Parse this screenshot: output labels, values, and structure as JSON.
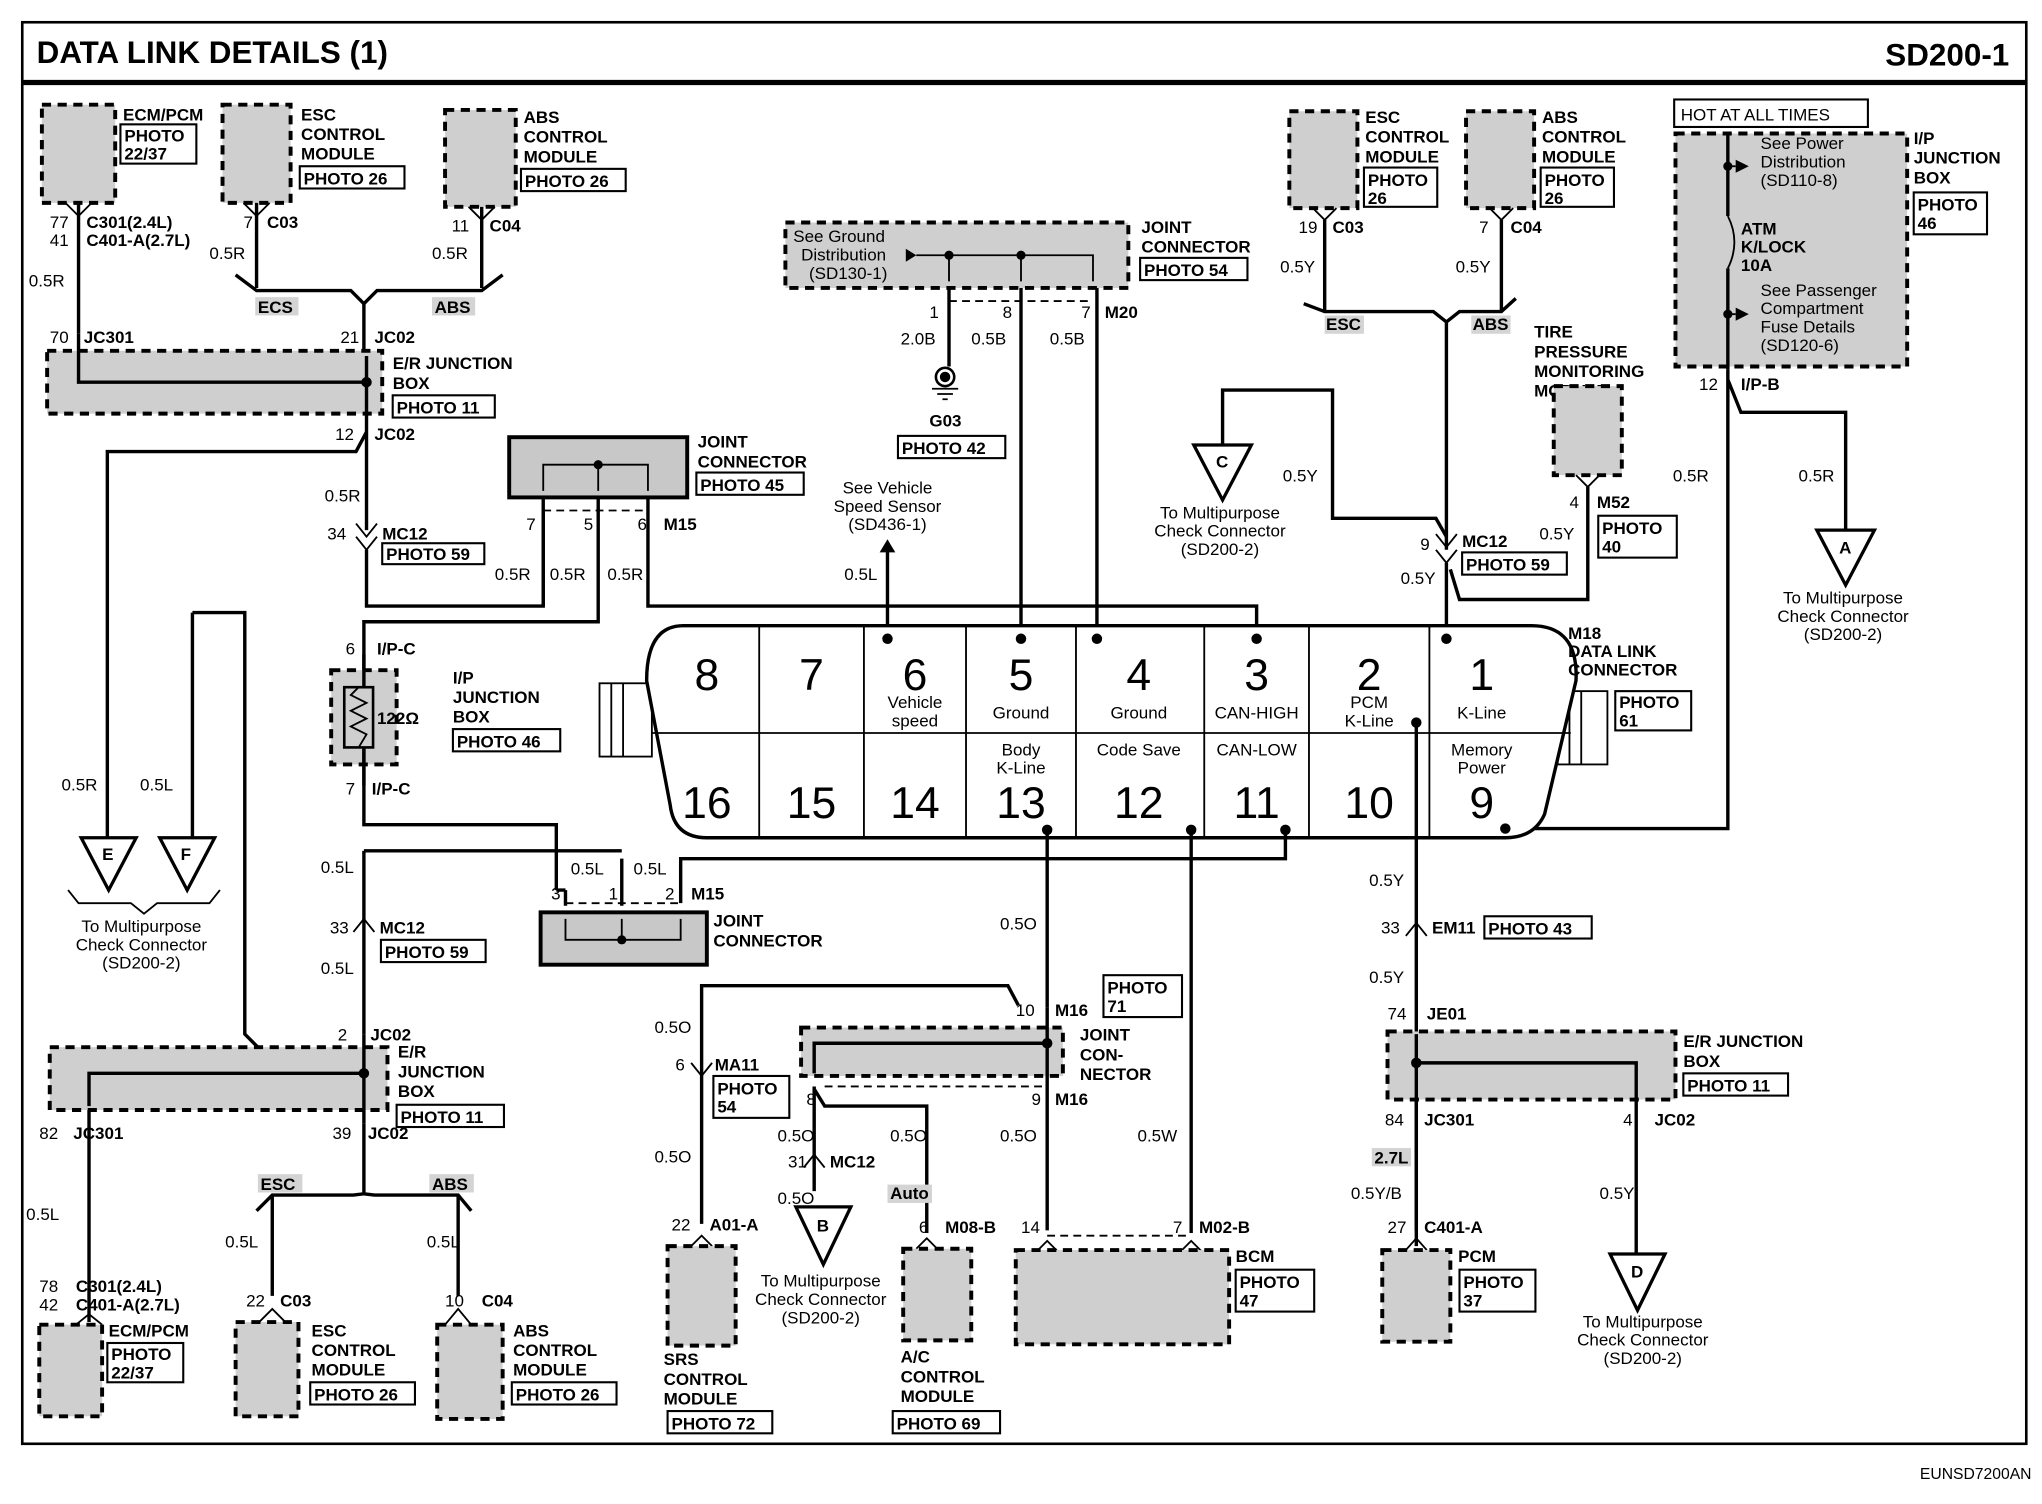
{
  "header": {
    "title": "DATA LINK DETAILS (1)",
    "page_code": "SD200-1"
  },
  "footer": {
    "code": "EUNSD7200AN"
  },
  "dlc": {
    "name": "M18",
    "title_1": "DATA LINK",
    "title_2": "CONNECTOR",
    "photo": [
      "PHOTO",
      "61"
    ],
    "top_pins": [
      {
        "num": "8",
        "label": ""
      },
      {
        "num": "7",
        "label": ""
      },
      {
        "num": "6",
        "label": "Vehicle speed"
      },
      {
        "num": "5",
        "label": "Ground"
      },
      {
        "num": "4",
        "label": "Ground"
      },
      {
        "num": "3",
        "label": "CAN-HIGH"
      },
      {
        "num": "2",
        "label": "PCM K-Line"
      },
      {
        "num": "1",
        "label": "K-Line"
      }
    ],
    "bottom_pins": [
      {
        "num": "16",
        "label": ""
      },
      {
        "num": "15",
        "label": ""
      },
      {
        "num": "14",
        "label": ""
      },
      {
        "num": "13",
        "label": "Body K-Line"
      },
      {
        "num": "12",
        "label": "Code Save"
      },
      {
        "num": "11",
        "label": "CAN-LOW"
      },
      {
        "num": "10",
        "label": ""
      },
      {
        "num": "9",
        "label": "Memory Power"
      }
    ]
  },
  "modules": {
    "ecm_top": {
      "name": "ECM/PCM",
      "photo": [
        "PHOTO",
        "22/37"
      ],
      "pins": [
        "77",
        "41"
      ],
      "conns": [
        "C301(2.4L)",
        "C401-A(2.7L)"
      ],
      "wire": "0.5R"
    },
    "esc_top": {
      "name": [
        "ESC",
        "CONTROL",
        "MODULE"
      ],
      "photo": "PHOTO 26",
      "pin": "7",
      "conn": "C03",
      "wire": "0.5R"
    },
    "abs_top": {
      "name": [
        "ABS",
        "CONTROL",
        "MODULE"
      ],
      "photo": "PHOTO 26",
      "pin": "11",
      "conn": "C04",
      "wire": "0.5R"
    },
    "er_jb_top": {
      "name": [
        "E/R JUNCTION",
        "BOX"
      ],
      "photo": "PHOTO 11",
      "pin_a": "70",
      "conn_a": "JC301",
      "pin_b": "21",
      "conn_b": "JC02",
      "pin_c": "12",
      "conn_c": "JC02",
      "tag_esc": "ECS",
      "tag_abs": "ABS"
    },
    "joint_gnd": {
      "name": [
        "JOINT",
        "CONNECTOR"
      ],
      "photo": "PHOTO 54",
      "note": [
        "See Ground",
        "Distribution",
        "(SD130-1)"
      ],
      "pins": [
        "1",
        "8",
        "7"
      ],
      "conn": "M20",
      "wires": [
        "2.0B",
        "0.5B",
        "0.5B"
      ],
      "ground": "G03",
      "ground_photo": "PHOTO 42"
    },
    "esc_top_r": {
      "name": [
        "ESC",
        "CONTROL",
        "MODULE"
      ],
      "photo": [
        "PHOTO",
        "26"
      ],
      "pin": "19",
      "conn": "C03",
      "wire": "0.5Y",
      "tag": "ESC"
    },
    "abs_top_r": {
      "name": [
        "ABS",
        "CONTROL",
        "MODULE"
      ],
      "photo": [
        "PHOTO",
        "26"
      ],
      "pin": "7",
      "conn": "C04",
      "wire": "0.5Y",
      "tag": "ABS"
    },
    "tpms": {
      "name": [
        "TIRE",
        "PRESSURE",
        "MONITORING",
        "MODULE"
      ],
      "pin": "4",
      "conn": "M52",
      "photo": [
        "PHOTO",
        "40"
      ],
      "wire": "0.5Y"
    },
    "ip_jb_top": {
      "hot": "HOT AT ALL TIMES",
      "name": [
        "I/P",
        "JUNCTION",
        "BOX"
      ],
      "photo": [
        "PHOTO",
        "46"
      ],
      "note1": [
        "See Power",
        "Distribution",
        "(SD110-8)"
      ],
      "fuse": [
        "ATM",
        "K/LOCK",
        "10A"
      ],
      "note2": [
        "See Passenger",
        "Compartment",
        "Fuse Details",
        "(SD120-6)"
      ],
      "pin": "12",
      "conn": "I/P-B",
      "wire_l": "0.5R",
      "wire_r": "0.5R"
    },
    "joint_m15_top": {
      "name": [
        "JOINT",
        "CONNECTOR"
      ],
      "photo": "PHOTO 45",
      "pins": [
        "7",
        "5",
        "6"
      ],
      "conn": "M15",
      "wires": [
        "0.5R",
        "0.5R",
        "0.5R"
      ]
    },
    "mc12_a": {
      "pin": "34",
      "conn": "MC12",
      "photo": "PHOTO 59",
      "wire": "0.5R"
    },
    "mc12_b": {
      "pin": "9",
      "conn": "MC12",
      "photo": "PHOTO 59",
      "wire_in": "0.5Y",
      "wire_out": "0.5Y"
    },
    "vss": {
      "text": [
        "See Vehicle",
        "Speed Sensor",
        "(SD436-1)"
      ],
      "wire": "0.5L"
    },
    "ip_jb_mid": {
      "name": [
        "I/P",
        "JUNCTION",
        "BOX"
      ],
      "photo": "PHOTO 46",
      "resistor": "122Ω",
      "pin_top": "6",
      "conn_top": "I/P-C",
      "pin_bot": "7",
      "conn_bot": "I/P-C"
    },
    "joint_m15_bot": {
      "name": [
        "JOINT",
        "CONNECTOR"
      ],
      "pins": [
        "3",
        "1",
        "2"
      ],
      "conn": "M15",
      "wires": [
        "0.5L",
        "0.5L"
      ]
    },
    "mc12_c": {
      "pin": "33",
      "conn": "MC12",
      "photo": "PHOTO 59",
      "wire_top": "0.5L",
      "wire_bot": "0.5L"
    },
    "er_jb_bot": {
      "name": [
        "E/R",
        "JUNCTION",
        "BOX"
      ],
      "photo": "PHOTO 11",
      "pin_a": "2",
      "conn_a": "JC02",
      "pin_b": "82",
      "conn_b": "JC301",
      "pin_c": "39",
      "conn_c": "JC02",
      "tag_esc": "ESC",
      "tag_abs": "ABS"
    },
    "ecm_bot": {
      "name": "ECM/PCM",
      "photo": [
        "PHOTO",
        "22/37"
      ],
      "pins": [
        "78",
        "42"
      ],
      "conns": [
        "C301(2.4L)",
        "C401-A(2.7L)"
      ],
      "wire": "0.5L"
    },
    "esc_bot": {
      "name": [
        "ESC",
        "CONTROL",
        "MODULE"
      ],
      "photo": "PHOTO 26",
      "pin": "22",
      "conn": "C03",
      "wire": "0.5L"
    },
    "abs_bot": {
      "name": [
        "ABS",
        "CONTROL",
        "MODULE"
      ],
      "photo": "PHOTO 26",
      "pin": "10",
      "conn": "C04",
      "wire": "0.5L"
    },
    "srs": {
      "name": [
        "SRS",
        "CONTROL",
        "MODULE"
      ],
      "photo": "PHOTO 72",
      "pin": "22",
      "conn": "A01-A",
      "ma11_pin": "6",
      "ma11": "MA11",
      "ma11_photo": [
        "PHOTO",
        "54"
      ],
      "wire_top": "0.5O",
      "wire_bot": "0.5O"
    },
    "joint_m16": {
      "name": [
        "JOINT",
        "CON-",
        "NECTOR"
      ],
      "photo": [
        "PHOTO",
        "71"
      ],
      "pin_top": "10",
      "conn_top": "M16",
      "pin_bot": "9",
      "conn_bot": "M16",
      "pin_left": "8",
      "wire_top": "0.5O"
    },
    "mc12_d": {
      "pin": "31",
      "conn": "MC12",
      "wire_top": "0.5O",
      "wire_bot": "0.5O"
    },
    "ac": {
      "name": [
        "A/C",
        "CONTROL",
        "MODULE"
      ],
      "photo": "PHOTO 69",
      "pin": "6",
      "conn": "M08-B",
      "wire": "0.5O",
      "tag": "Auto"
    },
    "bcm": {
      "name": "BCM",
      "photo": [
        "PHOTO",
        "47"
      ],
      "pin_a": "14",
      "pin_b": "7",
      "conn": "M02-B",
      "wire_a": "0.5O",
      "wire_b": "0.5W"
    },
    "em11": {
      "pin": "33",
      "conn": "EM11",
      "photo": "PHOTO 43",
      "wire_top": "0.5Y",
      "wire_bot": "0.5Y"
    },
    "er_jb_right": {
      "name": [
        "E/R JUNCTION",
        "BOX"
      ],
      "photo": "PHOTO 11",
      "pin_a": "74",
      "conn_a": "JE01",
      "pin_b": "84",
      "conn_b": "JC301",
      "pin_c": "4",
      "conn_c": "JC02",
      "tag": "2.7L",
      "wire_b": "0.5Y/B",
      "wire_c": "0.5Y"
    },
    "pcm": {
      "name": "PCM",
      "photo": [
        "PHOTO",
        "37"
      ],
      "pin": "27",
      "conn": "C401-A"
    }
  },
  "offpage": {
    "A": {
      "letter": "A",
      "text": [
        "To Multipurpose",
        "Check Connector",
        "(SD200-2)"
      ]
    },
    "B": {
      "letter": "B",
      "text": [
        "To Multipurpose",
        "Check Connector",
        "(SD200-2)"
      ]
    },
    "C": {
      "letter": "C",
      "text": [
        "To Multipurpose",
        "Check Connector",
        "(SD200-2)"
      ]
    },
    "D": {
      "letter": "D",
      "text": [
        "To Multipurpose",
        "Check Connector",
        "(SD200-2)"
      ]
    },
    "E": {
      "letter": "E"
    },
    "F": {
      "letter": "F"
    },
    "EF": {
      "text": [
        "To Multipurpose",
        "Check Connector",
        "(SD200-2)"
      ],
      "wire_e": "0.5R",
      "wire_f": "0.5L"
    }
  }
}
